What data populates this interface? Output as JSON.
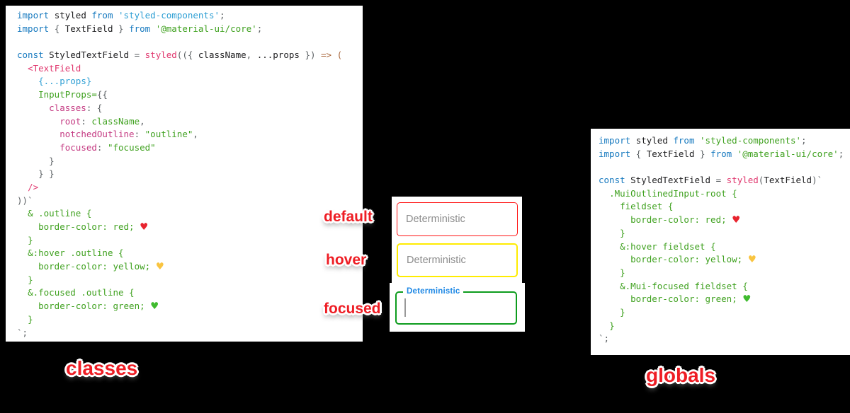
{
  "background": "#000000",
  "palette": {
    "kw": "#1679bf",
    "str": "#2e9fd4",
    "id": "#1d1d1f",
    "pink": "#e0376e",
    "key": "#c43a82",
    "grn": "#3fa11f",
    "pun": "#5d6265",
    "arw": "#a8663a",
    "hr": "#e8232e",
    "hy": "#f9c440",
    "hg": "#3fbb2e"
  },
  "sticker_color": "#ee1d24",
  "annotations": {
    "default": "default",
    "hover": "hover",
    "focused": "focused",
    "classes": "classes",
    "globals": "globals"
  },
  "fields": {
    "default": {
      "placeholder": "Deterministic",
      "value": "",
      "border": "#ff1515"
    },
    "hover": {
      "placeholder": "Deterministic",
      "value": "",
      "border": "#ffec00"
    },
    "focused": {
      "label": "Deterministic",
      "value": "",
      "border": "#0d9c1d",
      "label_color": "#1e88e5"
    }
  },
  "code_panels": {
    "classes": {
      "lines": [
        [
          [
            "import ",
            "kw"
          ],
          [
            "styled ",
            "id"
          ],
          [
            "from ",
            "kw"
          ],
          [
            "'styled-components'",
            "str"
          ],
          [
            ";",
            "pun"
          ]
        ],
        [
          [
            "import ",
            "kw"
          ],
          [
            "{ ",
            "pun"
          ],
          [
            "TextField ",
            "id"
          ],
          [
            "} ",
            "pun"
          ],
          [
            "from ",
            "kw"
          ],
          [
            "'@material-ui/core'",
            "grn"
          ],
          [
            ";",
            "pun"
          ]
        ],
        [],
        [
          [
            "const ",
            "kw"
          ],
          [
            "StyledTextField ",
            "id"
          ],
          [
            "= ",
            "pun"
          ],
          [
            "styled",
            "pink"
          ],
          [
            "(({ ",
            "pun"
          ],
          [
            "className",
            "id"
          ],
          [
            ", ",
            "pun"
          ],
          [
            "...props ",
            "id"
          ],
          [
            "}) ",
            "pun"
          ],
          [
            "=> (",
            "arw"
          ]
        ],
        [
          [
            "  ",
            ""
          ],
          [
            "<TextField",
            "pink"
          ]
        ],
        [
          [
            "    ",
            ""
          ],
          [
            "{...props}",
            "str"
          ]
        ],
        [
          [
            "    ",
            ""
          ],
          [
            "InputProps=",
            "grn"
          ],
          [
            "{{",
            "pun"
          ]
        ],
        [
          [
            "      ",
            ""
          ],
          [
            "classes",
            "key"
          ],
          [
            ": {",
            "pun"
          ]
        ],
        [
          [
            "        ",
            ""
          ],
          [
            "root",
            "key"
          ],
          [
            ": ",
            "pun"
          ],
          [
            "className",
            "grn"
          ],
          [
            ",",
            "pun"
          ]
        ],
        [
          [
            "        ",
            ""
          ],
          [
            "notchedOutline",
            "key"
          ],
          [
            ": ",
            "pun"
          ],
          [
            "\"outline\"",
            "grn"
          ],
          [
            ",",
            "pun"
          ]
        ],
        [
          [
            "        ",
            ""
          ],
          [
            "focused",
            "key"
          ],
          [
            ": ",
            "pun"
          ],
          [
            "\"focused\"",
            "grn"
          ]
        ],
        [
          [
            "      }",
            "pun"
          ]
        ],
        [
          [
            "    } }",
            "pun"
          ]
        ],
        [
          [
            "  ",
            ""
          ],
          [
            "/>",
            "pink"
          ]
        ],
        [
          [
            "))`",
            "pun"
          ]
        ],
        [
          [
            "  ",
            ""
          ],
          [
            "& .outline {",
            "grn"
          ]
        ],
        [
          [
            "    ",
            ""
          ],
          [
            "border-color: red; ",
            "grn"
          ],
          [
            "♥",
            "hr"
          ]
        ],
        [
          [
            "  ",
            ""
          ],
          [
            "}",
            "grn"
          ]
        ],
        [
          [
            "  ",
            ""
          ],
          [
            "&:hover .outline {",
            "grn"
          ]
        ],
        [
          [
            "    ",
            ""
          ],
          [
            "border-color: yellow; ",
            "grn"
          ],
          [
            "♥",
            "hy"
          ]
        ],
        [
          [
            "  ",
            ""
          ],
          [
            "}",
            "grn"
          ]
        ],
        [
          [
            "  ",
            ""
          ],
          [
            "&.focused .outline {",
            "grn"
          ]
        ],
        [
          [
            "    ",
            ""
          ],
          [
            "border-color: green; ",
            "grn"
          ],
          [
            "♥",
            "hg"
          ]
        ],
        [
          [
            "  ",
            ""
          ],
          [
            "}",
            "grn"
          ]
        ],
        [
          [
            "`;",
            "pun"
          ]
        ]
      ]
    },
    "globals": {
      "lines": [
        [
          [
            "import ",
            "kw"
          ],
          [
            "styled ",
            "id"
          ],
          [
            "from ",
            "kw"
          ],
          [
            "'styled-components'",
            "grn"
          ],
          [
            ";",
            "pun"
          ]
        ],
        [
          [
            "import ",
            "kw"
          ],
          [
            "{ ",
            "pun"
          ],
          [
            "TextField ",
            "id"
          ],
          [
            "} ",
            "pun"
          ],
          [
            "from ",
            "kw"
          ],
          [
            "'@material-ui/core'",
            "grn"
          ],
          [
            ";",
            "pun"
          ]
        ],
        [],
        [
          [
            "const ",
            "kw"
          ],
          [
            "StyledTextField ",
            "id"
          ],
          [
            "= ",
            "pun"
          ],
          [
            "styled",
            "pink"
          ],
          [
            "(",
            "pun"
          ],
          [
            "TextField",
            "id"
          ],
          [
            ")`",
            "pun"
          ]
        ],
        [
          [
            "  ",
            ""
          ],
          [
            ".MuiOutlinedInput-root {",
            "grn"
          ]
        ],
        [
          [
            "    ",
            ""
          ],
          [
            "fieldset {",
            "grn"
          ]
        ],
        [
          [
            "      ",
            ""
          ],
          [
            "border-color: red; ",
            "grn"
          ],
          [
            "♥",
            "hr"
          ]
        ],
        [
          [
            "    ",
            ""
          ],
          [
            "}",
            "grn"
          ]
        ],
        [
          [
            "    ",
            ""
          ],
          [
            "&:hover fieldset {",
            "grn"
          ]
        ],
        [
          [
            "      ",
            ""
          ],
          [
            "border-color: yellow; ",
            "grn"
          ],
          [
            "♥",
            "hy"
          ]
        ],
        [
          [
            "    ",
            ""
          ],
          [
            "}",
            "grn"
          ]
        ],
        [
          [
            "    ",
            ""
          ],
          [
            "&.Mui-focused fieldset {",
            "grn"
          ]
        ],
        [
          [
            "      ",
            ""
          ],
          [
            "border-color: green; ",
            "grn"
          ],
          [
            "♥",
            "hg"
          ]
        ],
        [
          [
            "    ",
            ""
          ],
          [
            "}",
            "grn"
          ]
        ],
        [
          [
            "  ",
            ""
          ],
          [
            "}",
            "grn"
          ]
        ],
        [
          [
            "`;",
            "pun"
          ]
        ]
      ]
    }
  }
}
